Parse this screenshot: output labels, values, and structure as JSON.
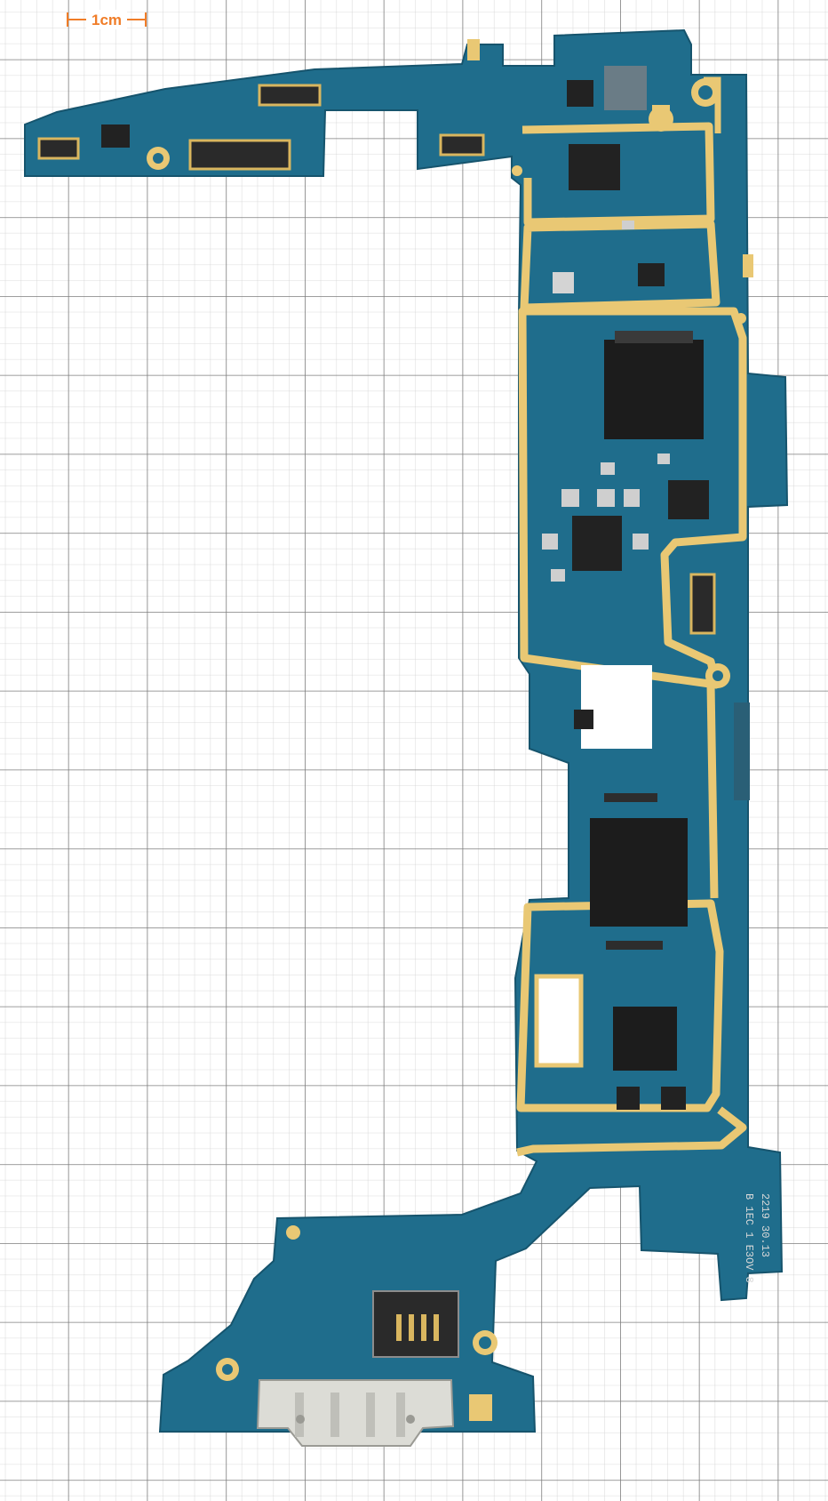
{
  "photo": {
    "subject": "Tablet main logic board on millimeter grid paper",
    "board_color": "#1f6d8c",
    "gold_color": "#e9c874",
    "grid_color": "#b9b9b9",
    "accent_color": "#f07d28"
  },
  "scale_bar": {
    "label": "1cm"
  },
  "silkscreen": {
    "date_code": "2219 30.13",
    "board_code": "B 1EC 1 E3OV 8"
  }
}
